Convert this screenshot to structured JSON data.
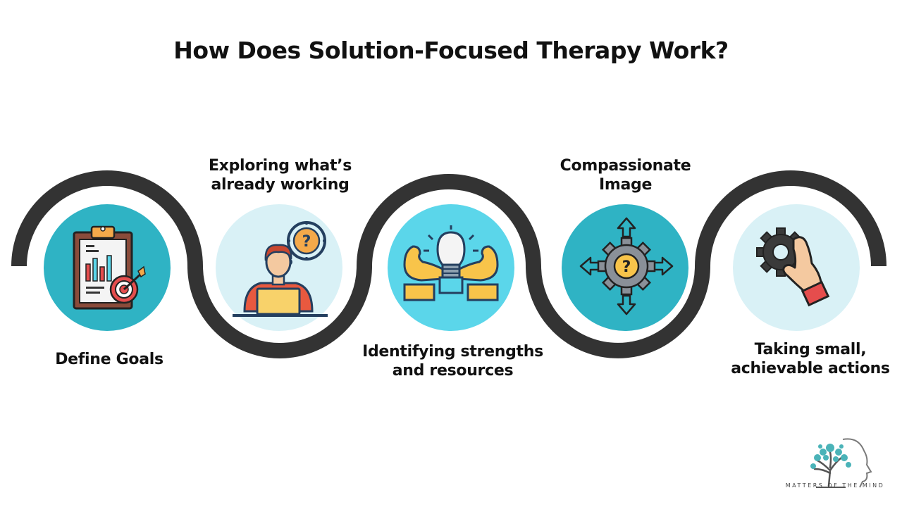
{
  "title": "How Does Solution-Focused Therapy Work?",
  "colors": {
    "wave": "#333333",
    "teal_dark": "#2fb3c4",
    "teal_light": "#d9f1f6",
    "cyan": "#5bd6ea",
    "orange": "#f4a94a",
    "red": "#e54d4d",
    "navy": "#243f5f",
    "logo_teal": "#4ab3b8"
  },
  "steps": [
    {
      "label": "Define Goals",
      "icon": "clipboard-target-icon"
    },
    {
      "label": "Exploring what’s already working",
      "icon": "person-question-laptop-icon"
    },
    {
      "label": "Identifying strengths and resources",
      "icon": "lightbulb-muscles-icon"
    },
    {
      "label": "Compassionate Image",
      "icon": "gear-question-arrows-icon"
    },
    {
      "label": "Taking small, achievable actions",
      "icon": "hand-gear-icon"
    }
  ],
  "logo": {
    "text": "MATTERS OF THE MIND",
    "icon": "tree-head-icon"
  }
}
